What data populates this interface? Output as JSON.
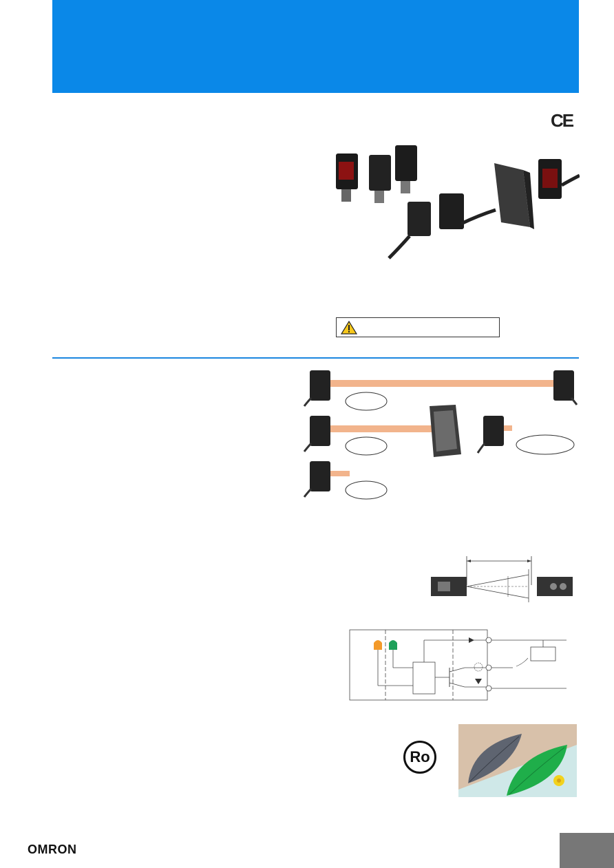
{
  "marks": {
    "ce": "CE",
    "rohs": "Ro"
  },
  "brand": {
    "logo": "OMRON"
  },
  "colors": {
    "banner": "#0a88e8",
    "divider": "#1a86e0",
    "beam": "#f2b48c",
    "indicator_orange": "#f39a2a",
    "indicator_green": "#1fa05a",
    "corner_tab": "#777777"
  },
  "icons": [
    "warning-triangle-icon",
    "ce-mark-icon",
    "rohs-mark-icon"
  ]
}
